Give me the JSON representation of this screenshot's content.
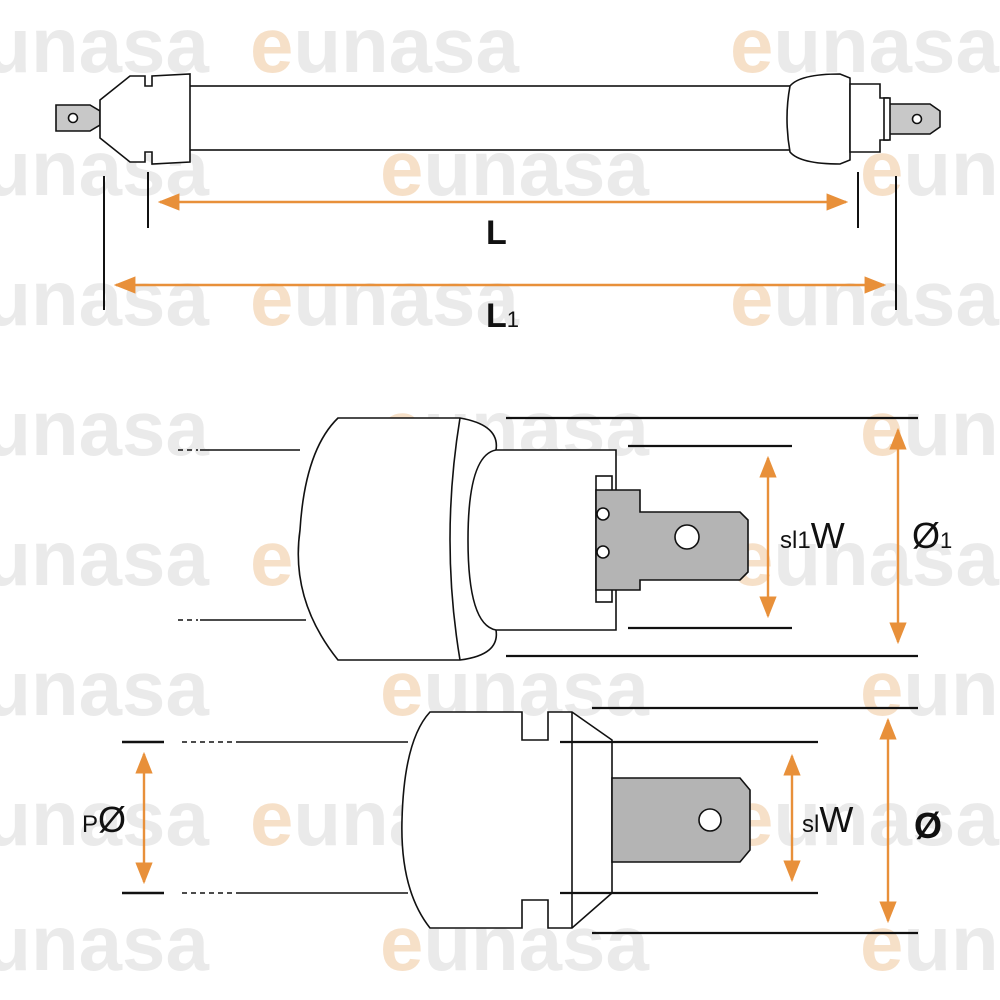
{
  "watermark": {
    "brand": "eunasa",
    "e_letter": "e",
    "rest": "unasa"
  },
  "labels": {
    "L": "L",
    "L1_main": "L",
    "L1_sub": "1",
    "sl1W_prefix": "sl1",
    "sl1W_main": "W",
    "phi1_main": "Ø",
    "phi1_sub": "1",
    "pphi_prefix": "P",
    "pphi_main": "Ø",
    "slW_prefix": "sl",
    "slW_main": "W",
    "phi": "Ø"
  },
  "colors": {
    "arrow": "#e8903a",
    "line": "#111111",
    "terminal": "#b4b4b4",
    "watermark_e": "#f0c79c",
    "watermark_text": "#d9d9d9"
  }
}
